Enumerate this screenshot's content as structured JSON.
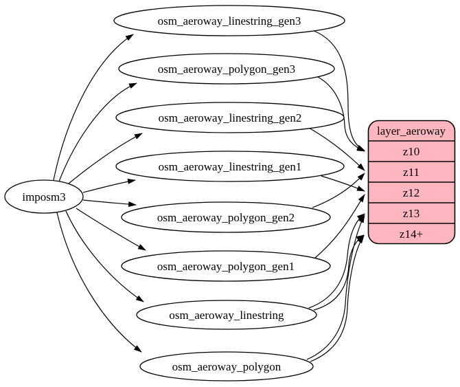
{
  "diagram": {
    "type": "etl-flow-graph",
    "source_node": {
      "label": "imposm3"
    },
    "tables": [
      {
        "label": "osm_aeroway_linestring_gen3"
      },
      {
        "label": "osm_aeroway_polygon_gen3"
      },
      {
        "label": "osm_aeroway_linestring_gen2"
      },
      {
        "label": "osm_aeroway_linestring_gen1"
      },
      {
        "label": "osm_aeroway_polygon_gen2"
      },
      {
        "label": "osm_aeroway_polygon_gen1"
      },
      {
        "label": "osm_aeroway_linestring"
      },
      {
        "label": "osm_aeroway_polygon"
      }
    ],
    "layer_node": {
      "title": "layer_aeroway",
      "rows": [
        "z10",
        "z11",
        "z12",
        "z13",
        "z14+"
      ],
      "fill_color": "#ffb6c1",
      "stroke_color": "#000000"
    },
    "edges": [
      {
        "from": "imposm3",
        "to": "osm_aeroway_linestring_gen3"
      },
      {
        "from": "imposm3",
        "to": "osm_aeroway_polygon_gen3"
      },
      {
        "from": "imposm3",
        "to": "osm_aeroway_linestring_gen2"
      },
      {
        "from": "imposm3",
        "to": "osm_aeroway_linestring_gen1"
      },
      {
        "from": "imposm3",
        "to": "osm_aeroway_polygon_gen2"
      },
      {
        "from": "imposm3",
        "to": "osm_aeroway_polygon_gen1"
      },
      {
        "from": "imposm3",
        "to": "osm_aeroway_linestring"
      },
      {
        "from": "imposm3",
        "to": "osm_aeroway_polygon"
      },
      {
        "from": "osm_aeroway_linestring_gen3",
        "to": "layer_aeroway:z10"
      },
      {
        "from": "osm_aeroway_polygon_gen3",
        "to": "layer_aeroway:z10"
      },
      {
        "from": "osm_aeroway_linestring_gen2",
        "to": "layer_aeroway:z11"
      },
      {
        "from": "osm_aeroway_polygon_gen2",
        "to": "layer_aeroway:z11"
      },
      {
        "from": "osm_aeroway_linestring_gen1",
        "to": "layer_aeroway:z12"
      },
      {
        "from": "osm_aeroway_polygon_gen1",
        "to": "layer_aeroway:z12"
      },
      {
        "from": "osm_aeroway_linestring",
        "to": "layer_aeroway:z13"
      },
      {
        "from": "osm_aeroway_linestring",
        "to": "layer_aeroway:z14+"
      },
      {
        "from": "osm_aeroway_polygon",
        "to": "layer_aeroway:z13"
      },
      {
        "from": "osm_aeroway_polygon",
        "to": "layer_aeroway:z14+"
      }
    ]
  }
}
